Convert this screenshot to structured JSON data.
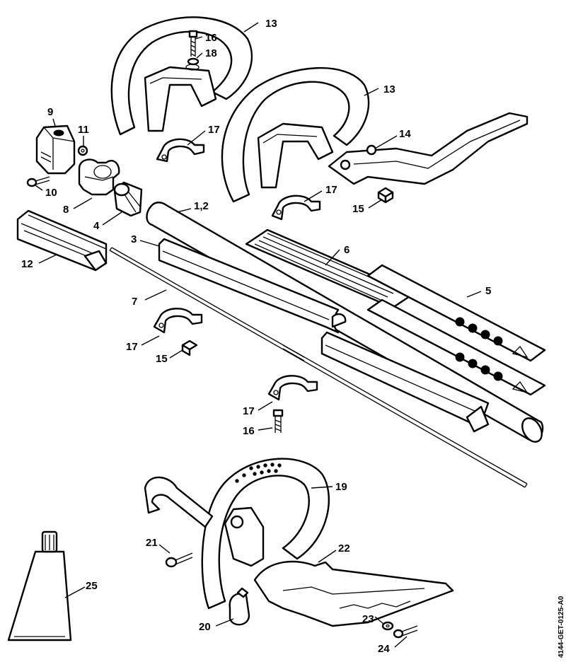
{
  "diagram": {
    "drawing_code": "4144-GET-0125-A0",
    "callouts": [
      {
        "id": "c1",
        "text": "13"
      },
      {
        "id": "c2",
        "text": "16"
      },
      {
        "id": "c3",
        "text": "18"
      },
      {
        "id": "c4",
        "text": "13"
      },
      {
        "id": "c5",
        "text": "9"
      },
      {
        "id": "c6",
        "text": "11"
      },
      {
        "id": "c7",
        "text": "17"
      },
      {
        "id": "c8",
        "text": "14"
      },
      {
        "id": "c9",
        "text": "10"
      },
      {
        "id": "c10",
        "text": "8"
      },
      {
        "id": "c11",
        "text": "17"
      },
      {
        "id": "c12",
        "text": "1,2"
      },
      {
        "id": "c13",
        "text": "15"
      },
      {
        "id": "c14",
        "text": "4"
      },
      {
        "id": "c15",
        "text": "3"
      },
      {
        "id": "c16",
        "text": "6"
      },
      {
        "id": "c17",
        "text": "12"
      },
      {
        "id": "c18",
        "text": "5"
      },
      {
        "id": "c19",
        "text": "7"
      },
      {
        "id": "c20",
        "text": "17"
      },
      {
        "id": "c21",
        "text": "15"
      },
      {
        "id": "c22",
        "text": "17"
      },
      {
        "id": "c23",
        "text": "16"
      },
      {
        "id": "c24",
        "text": "19"
      },
      {
        "id": "c25",
        "text": "21"
      },
      {
        "id": "c26",
        "text": "22"
      },
      {
        "id": "c27",
        "text": "25"
      },
      {
        "id": "c28",
        "text": "20"
      },
      {
        "id": "c29",
        "text": "23"
      },
      {
        "id": "c30",
        "text": "24"
      }
    ]
  }
}
